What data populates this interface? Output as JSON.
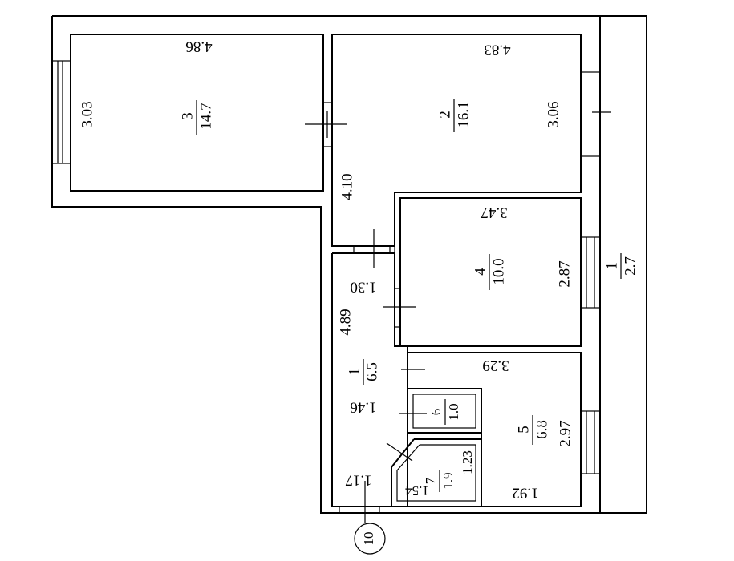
{
  "rooms": [
    {
      "id": "3",
      "number": "3",
      "area": "14.7",
      "length_top": "4.86",
      "width": "3.03"
    },
    {
      "id": "2",
      "number": "2",
      "area": "16.1",
      "length_top": "4.83",
      "width": "3.06",
      "wall_len": "4.10"
    },
    {
      "id": "4",
      "number": "4",
      "area": "10.0",
      "length_top": "3.47",
      "width": "2.87"
    },
    {
      "id": "hall",
      "number": "1",
      "area": "6.5",
      "length": "4.89",
      "width": "1.30"
    },
    {
      "id": "5",
      "number": "5",
      "area": "6.8",
      "length_top": "3.29",
      "width": "2.97",
      "length_bottom": "1.92"
    },
    {
      "id": "6",
      "number": "6",
      "area": "1.0",
      "length": "1.46"
    },
    {
      "id": "7",
      "number": "7",
      "area": "1.9",
      "width": "1.23",
      "length": "1.54"
    }
  ],
  "balcony": {
    "number": "1",
    "area": "2.7"
  },
  "corridor_dim": "1.17",
  "entry_marker": "10"
}
